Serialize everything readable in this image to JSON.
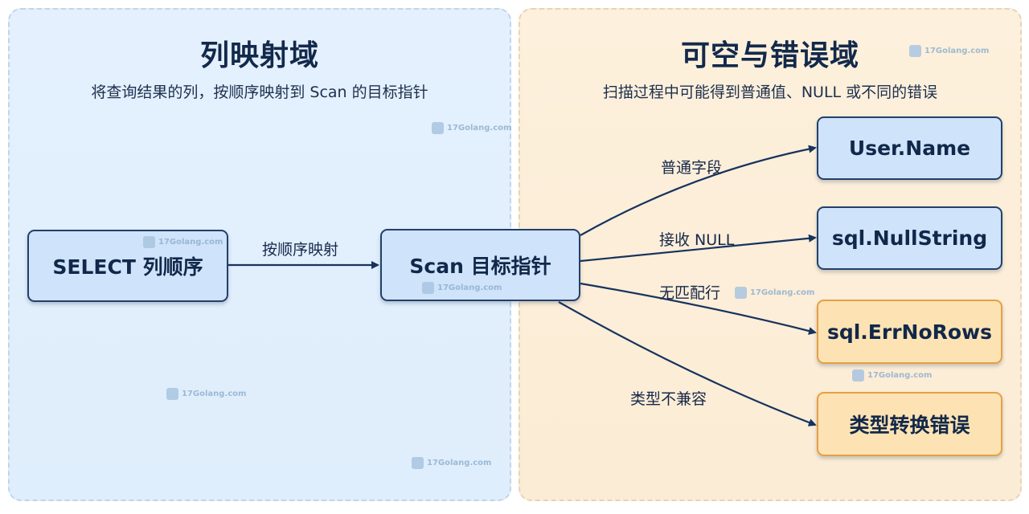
{
  "left_panel": {
    "title": "列映射域",
    "subtitle": "将查询结果的列，按顺序映射到 Scan 的目标指针"
  },
  "right_panel": {
    "title": "可空与错误域",
    "subtitle": "扫描过程中可能得到普通值、NULL 或不同的错误"
  },
  "nodes": {
    "select_columns": "SELECT 列顺序",
    "scan_target": "Scan 目标指针",
    "user_name": "User.Name",
    "null_string": "sql.NullString",
    "err_no_rows": "sql.ErrNoRows",
    "type_conversion_error": "类型转换错误"
  },
  "edges": {
    "map_in_order": "按顺序映射",
    "regular_field": "普通字段",
    "receive_null": "接收 NULL",
    "no_match_row": "无匹配行",
    "type_incompatible": "类型不兼容"
  },
  "watermark": "17Golang.com",
  "colors": {
    "blue_panel": "#e4f0fd",
    "orange_panel": "#fdf0dc",
    "blue_node": "#cfe3fb",
    "orange_node": "#fde3b3",
    "arrow": "#17335e"
  }
}
